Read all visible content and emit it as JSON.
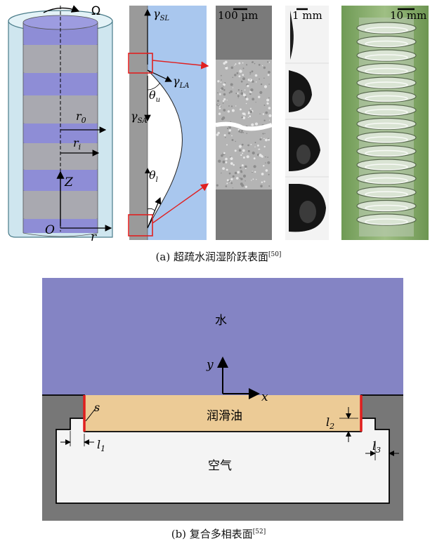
{
  "panel_a": {
    "cylinder": {
      "omega": "Ω",
      "r0_label": "r",
      "r0_sub": "0",
      "ri_label": "r",
      "ri_sub": "i",
      "z_label": "Z",
      "origin_label": "O",
      "r_label": "r",
      "colors": {
        "sleeve": "#cfe6ef",
        "gray_band": "#a9a9b0",
        "purple_band": "#8e8dd6"
      }
    },
    "interface": {
      "gamma_sl": "γ",
      "gamma_sl_sub": "SL",
      "gamma_la": "γ",
      "gamma_la_sub": "LA",
      "gamma_sa": "γ",
      "gamma_sa_sub": "SA",
      "theta_u": "θ",
      "theta_u_sub": "u",
      "theta_l": "θ",
      "theta_l_sub": "l",
      "colors": {
        "liquid": "#a9c7ee",
        "solid": "#9a9a9a",
        "highlight": "#e02020"
      }
    },
    "scales": {
      "micro": "100 µm",
      "drop": "1 mm",
      "column": "10 mm"
    },
    "caption": "(a) 超疏水润湿阶跃表面",
    "caption_ref": "[50]"
  },
  "panel_b": {
    "water": "水",
    "oil": "润滑油",
    "air": "空气",
    "y_label": "y",
    "x_label": "x",
    "s_label": "s",
    "l1": "l",
    "l1_sub": "1",
    "l2": "l",
    "l2_sub": "2",
    "l3": "l",
    "l3_sub": "3",
    "colors": {
      "water": "#8484c4",
      "oil": "#eccb96",
      "air": "#f4f4f4",
      "solid": "#777777",
      "wall": "#e01e1e"
    },
    "caption": "(b) 复合多相表面",
    "caption_ref": "[52]"
  }
}
